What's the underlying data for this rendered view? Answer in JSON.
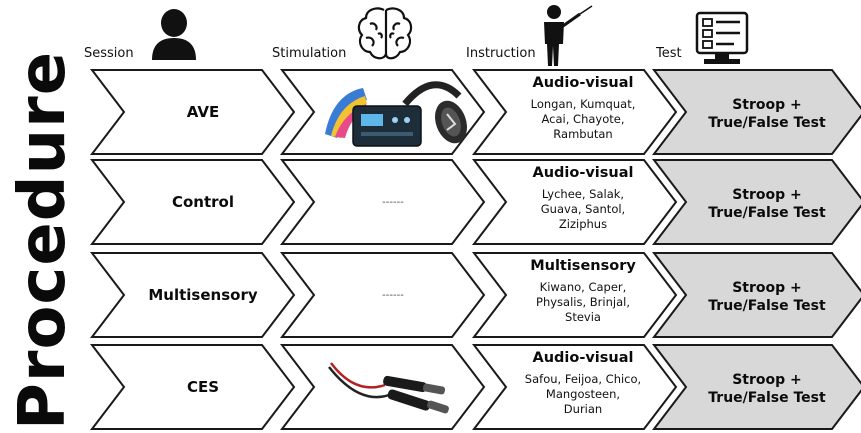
{
  "vertical_title": "Procedure",
  "columns": [
    {
      "label": "Session",
      "icon": "person-icon"
    },
    {
      "label": "Stimulation",
      "icon": "brain-icon"
    },
    {
      "label": "Instruction",
      "icon": "teacher-icon"
    },
    {
      "label": "Test",
      "icon": "monitor-checklist-icon"
    }
  ],
  "rows": [
    {
      "session": "AVE",
      "stimulation": {
        "kind": "image",
        "icon": "ave-device-icon"
      },
      "instruction": {
        "mode": "Audio-visual",
        "items": [
          "Longan, Kumquat,",
          "Acai, Chayote,",
          "Rambutan"
        ]
      },
      "test": [
        "Stroop +",
        "True/False Test"
      ]
    },
    {
      "session": "Control",
      "stimulation": {
        "kind": "text",
        "text": "------"
      },
      "instruction": {
        "mode": "Audio-visual",
        "items": [
          "Lychee, Salak,",
          "Guava, Santol,",
          "Ziziphus"
        ]
      },
      "test": [
        "Stroop +",
        "True/False Test"
      ]
    },
    {
      "session": "Multisensory",
      "stimulation": {
        "kind": "text",
        "text": "------"
      },
      "instruction": {
        "mode": "Multisensory",
        "items": [
          "Kiwano, Caper,",
          "Physalis, Brinjal,",
          "Stevia"
        ]
      },
      "test": [
        "Stroop +",
        "True/False Test"
      ]
    },
    {
      "session": "CES",
      "stimulation": {
        "kind": "image",
        "icon": "ear-clip-electrodes-icon"
      },
      "instruction": {
        "mode": "Audio-visual",
        "items": [
          "Safou, Feijoa, Chico,",
          "Mangosteen,",
          "Durian"
        ]
      },
      "test": [
        "Stroop +",
        "True/False Test"
      ]
    }
  ]
}
